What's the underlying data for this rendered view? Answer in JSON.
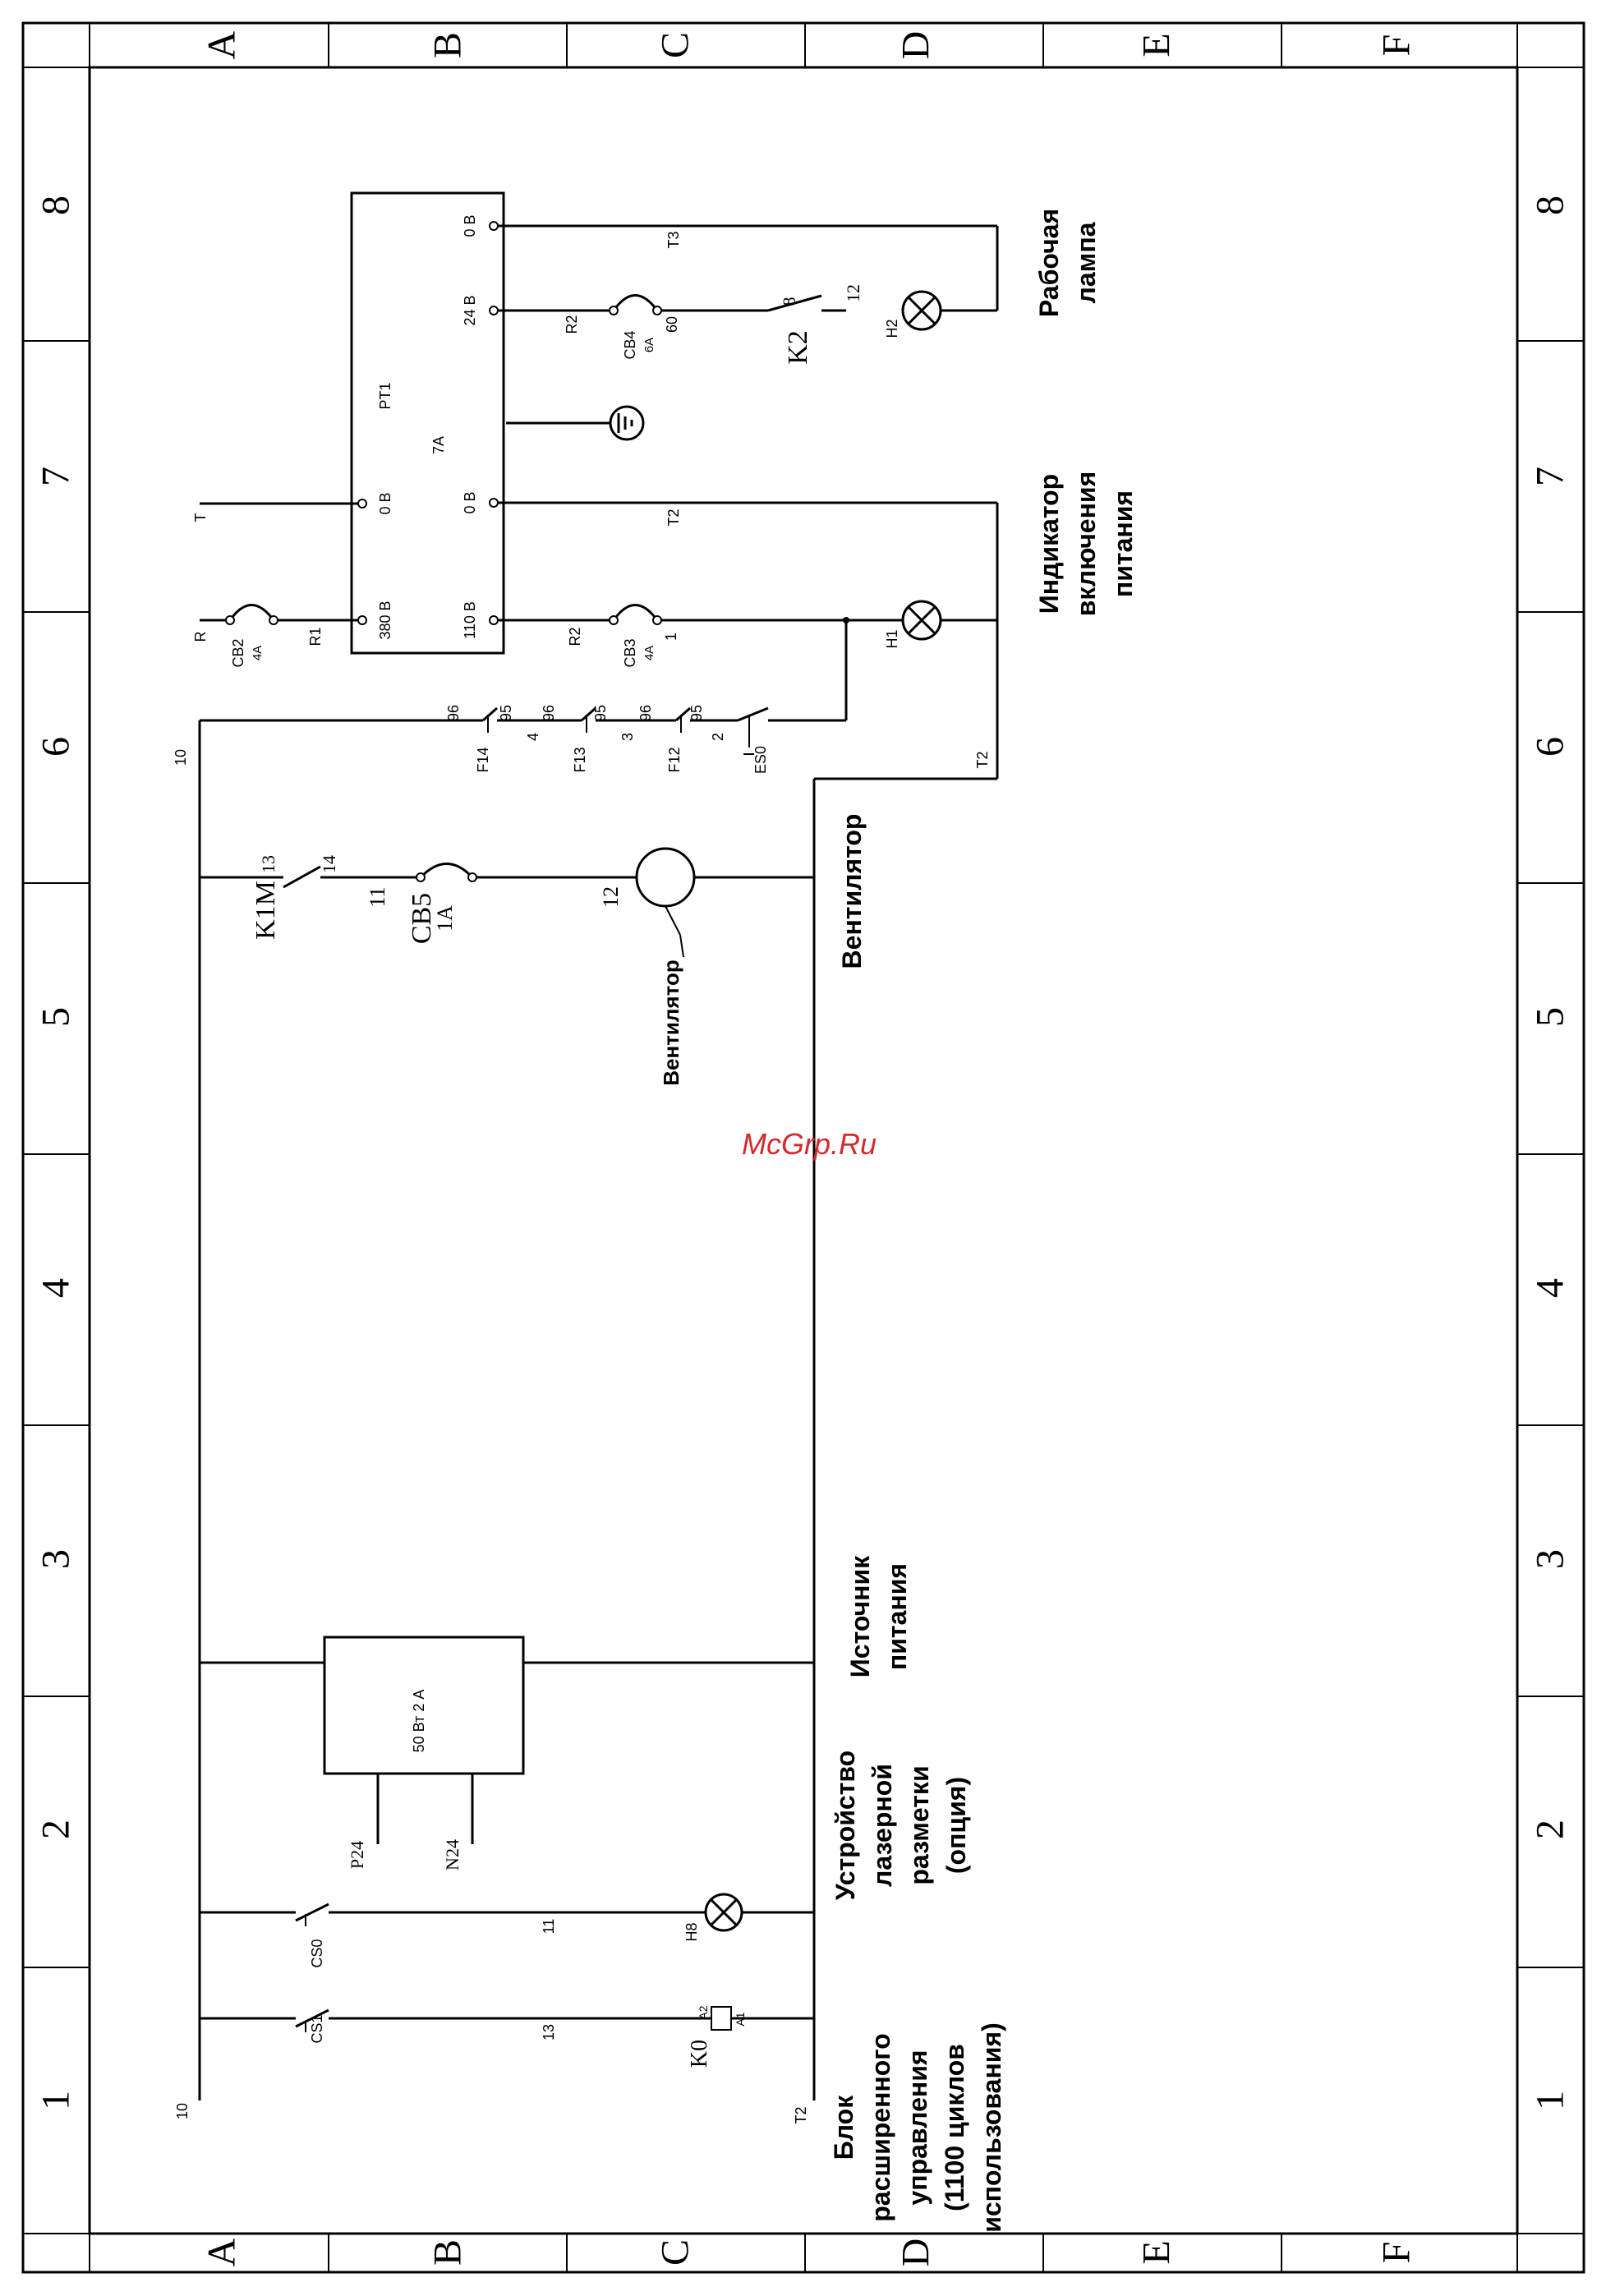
{
  "frame": {
    "rows": [
      "A",
      "B",
      "C",
      "D",
      "E",
      "F"
    ],
    "columns": [
      "1",
      "2",
      "3",
      "4",
      "5",
      "6",
      "7",
      "8"
    ]
  },
  "watermark": "McGrp.Ru",
  "labels": {
    "wire_10": "10",
    "wire_t2": "T2",
    "wire_t3": "T3",
    "wire_t": "T",
    "wire_r": "R",
    "wire_r1": "R1",
    "wire_r2": "R2",
    "wire_1": "1",
    "wire_2": "2",
    "wire_3": "3",
    "wire_4": "4",
    "wire_8": "8",
    "wire_11": "11",
    "wire_12": "12",
    "wire_13": "13",
    "wire_60": "60",
    "pin_13": "13",
    "pin_14": "14",
    "pin_a1": "A1",
    "pin_a2": "A2",
    "pin_95": "95",
    "pin_96": "96",
    "tr_name": "PT1",
    "tr_rating": "7A",
    "tr_380": "380 В",
    "tr_0v_in": "0 В",
    "tr_0v_a": "0 В",
    "tr_0v_b": "0 В",
    "tr_110": "110 В",
    "tr_24": "24 В",
    "cb2": "CB2",
    "cb2_a": "4A",
    "cb3": "CB3",
    "cb3_a": "4A",
    "cb4": "CB4",
    "cb4_a": "6A",
    "cb5": "CB5",
    "cb5_a": "1A",
    "k1m": "K1M",
    "k2": "K2",
    "k0": "K0",
    "f14": "F14",
    "f13": "F13",
    "f12": "F12",
    "es0": "ES0",
    "cs0": "CS0",
    "cs1": "CS1",
    "h1": "H1",
    "h2": "H2",
    "h8": "H8",
    "p24": "P24",
    "n24": "N24",
    "psu_rating": "50 Вт 2 А",
    "fan_motor": "Вентилятор",
    "fan_title": "Вентилятор",
    "work_lamp_1": "Рабочая",
    "work_lamp_2": "лампа",
    "power_ind_1": "Индикатор",
    "power_ind_2": "включения",
    "power_ind_3": "питания",
    "psu_1": "Источник",
    "psu_2": "питания",
    "laser_1": "Устройство",
    "laser_2": "лазерной",
    "laser_3": "разметки",
    "laser_4": "(опция)",
    "ctrl_1": "Блок",
    "ctrl_2": "расширенного",
    "ctrl_3": "управления",
    "ctrl_4": "(1100 циклов",
    "ctrl_5": "использования)"
  }
}
